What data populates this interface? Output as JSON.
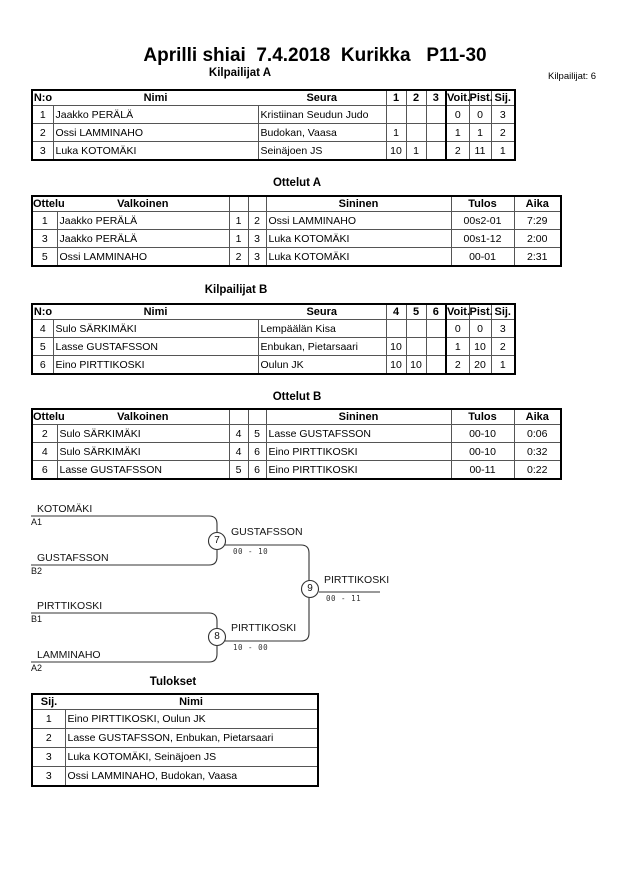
{
  "header": {
    "title": "Aprilli shiai  7.4.2018  Kurikka   P11-30",
    "competitors_label": "Kilpailijat: 6"
  },
  "kilpailijat_a": {
    "title": "Kilpailijat A",
    "columns": {
      "no": "N:o",
      "name": "Nimi",
      "club": "Seura",
      "m1": "1",
      "m2": "2",
      "m3": "3",
      "wins": "Voit.",
      "points": "Pist.",
      "place": "Sij."
    },
    "rows": [
      {
        "no": "1",
        "name": "Jaakko PERÄLÄ",
        "club": "Kristiinan Seudun Judo",
        "m1": "",
        "m2": "",
        "m3": "",
        "wins": "0",
        "points": "0",
        "place": "3"
      },
      {
        "no": "2",
        "name": "Ossi LAMMINAHO",
        "club": "Budokan, Vaasa",
        "m1": "1",
        "m2": "",
        "m3": "",
        "wins": "1",
        "points": "1",
        "place": "2"
      },
      {
        "no": "3",
        "name": "Luka KOTOMÄKI",
        "club": "Seinäjoen JS",
        "m1": "10",
        "m2": "1",
        "m3": "",
        "wins": "2",
        "points": "11",
        "place": "1"
      }
    ]
  },
  "ottelut_a": {
    "title": "Ottelut A",
    "columns": {
      "match": "Ottelu",
      "white": "Valkoinen",
      "blue": "Sininen",
      "result": "Tulos",
      "time": "Aika"
    },
    "rows": [
      {
        "match": "1",
        "white": "Jaakko PERÄLÄ",
        "white_no": "1",
        "blue_no": "2",
        "blue": "Ossi LAMMINAHO",
        "result": "00s2-01",
        "time": "7:29"
      },
      {
        "match": "3",
        "white": "Jaakko PERÄLÄ",
        "white_no": "1",
        "blue_no": "3",
        "blue": "Luka KOTOMÄKI",
        "result": "00s1-12",
        "time": "2:00"
      },
      {
        "match": "5",
        "white": "Ossi LAMMINAHO",
        "white_no": "2",
        "blue_no": "3",
        "blue": "Luka KOTOMÄKI",
        "result": "00-01",
        "time": "2:31"
      }
    ]
  },
  "kilpailijat_b": {
    "title": "Kilpailijat B",
    "columns": {
      "no": "N:o",
      "name": "Nimi",
      "club": "Seura",
      "m1": "4",
      "m2": "5",
      "m3": "6",
      "wins": "Voit.",
      "points": "Pist.",
      "place": "Sij."
    },
    "rows": [
      {
        "no": "4",
        "name": "Sulo SÄRKIMÄKI",
        "club": "Lempäälän Kisa",
        "m1": "",
        "m2": "",
        "m3": "",
        "wins": "0",
        "points": "0",
        "place": "3"
      },
      {
        "no": "5",
        "name": "Lasse GUSTAFSSON",
        "club": "Enbukan, Pietarsaari",
        "m1": "10",
        "m2": "",
        "m3": "",
        "wins": "1",
        "points": "10",
        "place": "2"
      },
      {
        "no": "6",
        "name": "Eino PIRTTIKOSKI",
        "club": "Oulun JK",
        "m1": "10",
        "m2": "10",
        "m3": "",
        "wins": "2",
        "points": "20",
        "place": "1"
      }
    ]
  },
  "ottelut_b": {
    "title": "Ottelut B",
    "columns": {
      "match": "Ottelu",
      "white": "Valkoinen",
      "blue": "Sininen",
      "result": "Tulos",
      "time": "Aika"
    },
    "rows": [
      {
        "match": "2",
        "white": "Sulo SÄRKIMÄKI",
        "white_no": "4",
        "blue_no": "5",
        "blue": "Lasse GUSTAFSSON",
        "result": "00-10",
        "time": "0:06"
      },
      {
        "match": "4",
        "white": "Sulo SÄRKIMÄKI",
        "white_no": "4",
        "blue_no": "6",
        "blue": "Eino PIRTTIKOSKI",
        "result": "00-10",
        "time": "0:32"
      },
      {
        "match": "6",
        "white": "Lasse GUSTAFSSON",
        "white_no": "5",
        "blue_no": "6",
        "blue": "Eino PIRTTIKOSKI",
        "result": "00-11",
        "time": "0:22"
      }
    ]
  },
  "bracket": {
    "slots": [
      {
        "name": "KOTOMÄKI",
        "seed": "A1"
      },
      {
        "name": "GUSTAFSSON",
        "seed": "B2"
      },
      {
        "name": "PIRTTIKOSKI",
        "seed": "B1"
      },
      {
        "name": "LAMMINAHO",
        "seed": "A2"
      }
    ],
    "matches": [
      {
        "number": "7",
        "winner": "GUSTAFSSON",
        "score": "00 - 10"
      },
      {
        "number": "8",
        "winner": "PIRTTIKOSKI",
        "score": "10 - 00"
      },
      {
        "number": "9",
        "winner": "PIRTTIKOSKI",
        "score": "00 - 11"
      }
    ]
  },
  "tulokset": {
    "title": "Tulokset",
    "columns": {
      "place": "Sij.",
      "name": "Nimi"
    },
    "rows": [
      {
        "place": "1",
        "name": "Eino PIRTTIKOSKI, Oulun JK"
      },
      {
        "place": "2",
        "name": "Lasse GUSTAFSSON, Enbukan, Pietarsaari"
      },
      {
        "place": "3",
        "name": "Luka KOTOMÄKI, Seinäjoen JS"
      },
      {
        "place": "3",
        "name": "Ossi LAMMINAHO, Budokan, Vaasa"
      }
    ]
  }
}
